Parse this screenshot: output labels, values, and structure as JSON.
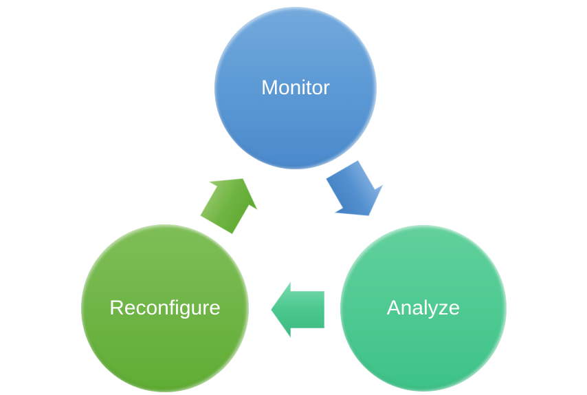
{
  "diagram": {
    "type": "cycle",
    "background_color": "#ffffff",
    "nodes": [
      {
        "label": "Monitor",
        "text_color": "#ffffff",
        "color_top": "#74AADD",
        "color_mid": "#5D9AD5",
        "color_bottom": "#4A89CC"
      },
      {
        "label": "Analyze",
        "text_color": "#ffffff",
        "color_top": "#63D09C",
        "color_mid": "#4FCA92",
        "color_bottom": "#3DC287"
      },
      {
        "label": "Reconfigure",
        "text_color": "#ffffff",
        "color_top": "#7FBE57",
        "color_mid": "#70B547",
        "color_bottom": "#5FAD33"
      }
    ],
    "arrows": [
      {
        "name": "monitor-to-analyze",
        "direction": "down-right",
        "color_light": "#8FB9E6",
        "color_mid": "#5490CF",
        "color_dark": "#3F7EC2"
      },
      {
        "name": "analyze-to-reconfigure",
        "direction": "left",
        "color_light": "#7BDCAF",
        "color_mid": "#4CC78E",
        "color_dark": "#3BBA81"
      },
      {
        "name": "reconfigure-to-monitor",
        "direction": "up-right",
        "color_light": "#9CCB72",
        "color_mid": "#6FB442",
        "color_dark": "#5CA82E"
      }
    ]
  }
}
